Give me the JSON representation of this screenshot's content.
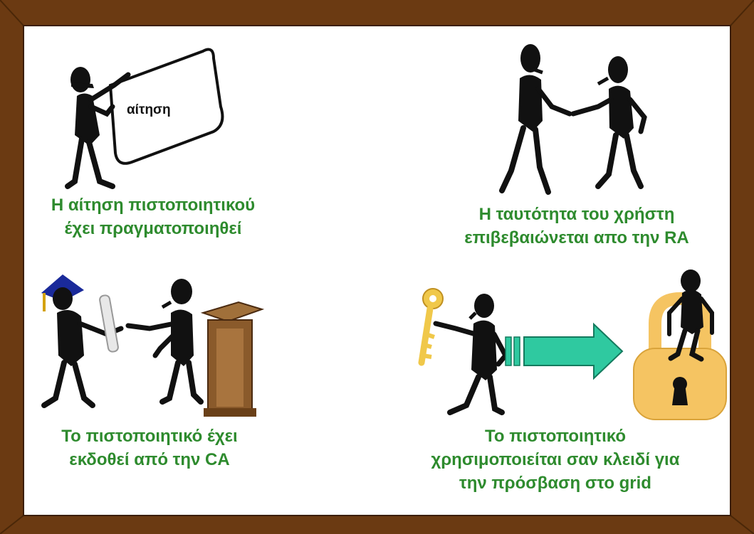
{
  "panels": [
    {
      "id": "request",
      "lines": [
        "Η αίτηση πιστοποιητικού",
        "έχει πραγματοποιηθεί"
      ],
      "paper_label": "αίτηση"
    },
    {
      "id": "identity",
      "lines": [
        "Η ταυτότητα του χρήστη",
        "επιβεβαιώνεται απο την RA"
      ]
    },
    {
      "id": "issued",
      "lines": [
        "Το πιστοποιητικό έχει",
        "εκδοθεί από την CA"
      ]
    },
    {
      "id": "key",
      "lines": [
        "Το πιστοποιητικό",
        "χρησιμοποιείται σαν κλειδί για",
        "την πρόσβαση στο grid"
      ]
    }
  ],
  "colors": {
    "frame": "#6b3a12",
    "caption": "#2e8b2e",
    "arrow": "#2fc9a0",
    "lock": "#f5c462",
    "podium": "#8a5a2b",
    "cap": "#1a2a9a",
    "key": "#f0c84a"
  }
}
